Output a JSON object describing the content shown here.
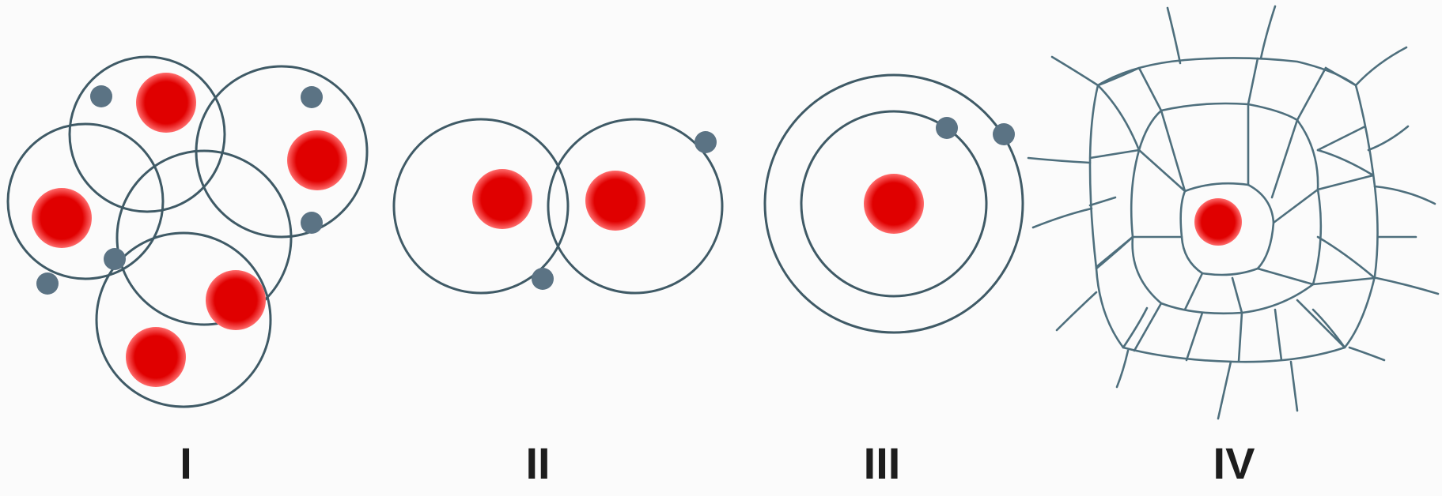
{
  "figure": {
    "panels": [
      {
        "id": "I",
        "label": "I",
        "nuclei": 5,
        "electrons": 5
      },
      {
        "id": "II",
        "label": "II",
        "nuclei": 2,
        "electrons": 2
      },
      {
        "id": "III",
        "label": "III",
        "nuclei": 1,
        "electrons": 2
      },
      {
        "id": "IV",
        "label": "IV",
        "nuclei": 1,
        "electrons": 0
      }
    ]
  },
  "colors": {
    "nucleus": "#e00000",
    "nucleus_glow": "#ffb3b3",
    "electron": "#5b7384",
    "orbit": "#3f5a66",
    "network": "#4e6f7d",
    "background": "#fbfbfb"
  }
}
